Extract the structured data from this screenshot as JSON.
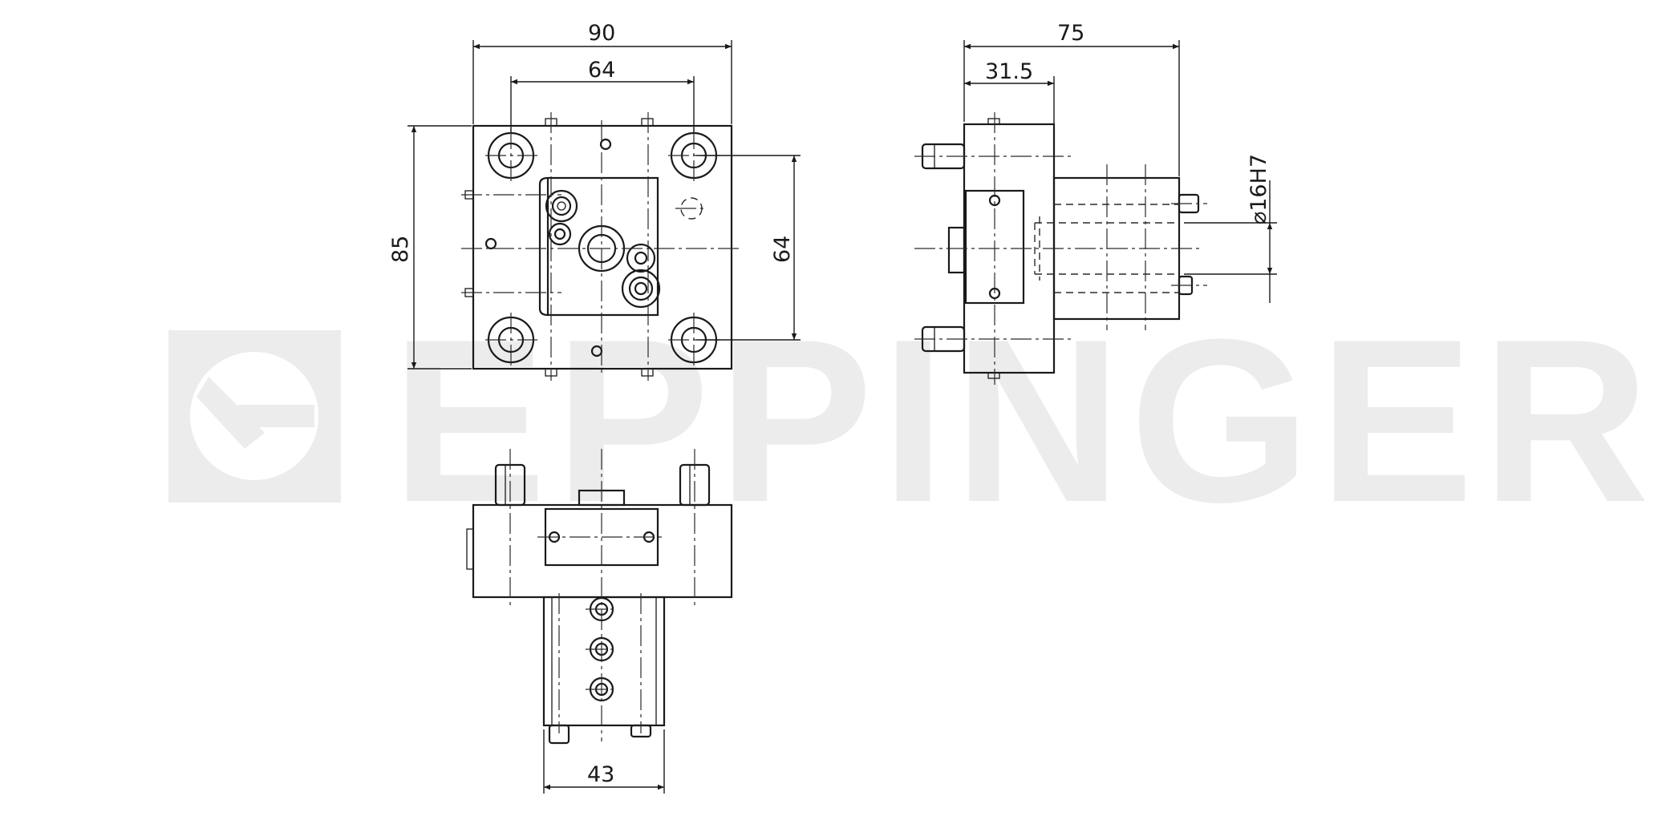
{
  "watermark": {
    "brand": "EPPINGER",
    "color": "#ececec"
  },
  "dimensions": {
    "front_width": "90",
    "front_hole_spacing_h": "64",
    "front_height": "85",
    "front_hole_spacing_v": "64",
    "side_length": "75",
    "side_flange": "31.5",
    "side_bore": "⌀16H7",
    "bottom_shank_width": "43"
  },
  "colors": {
    "line": "#1a1a1a",
    "background": "#ffffff"
  }
}
